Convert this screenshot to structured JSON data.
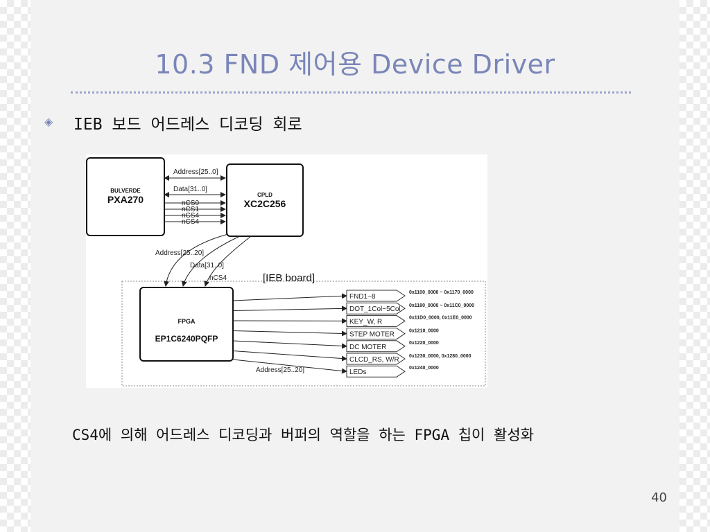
{
  "slide": {
    "title": "10.3 FND 제어용 Device Driver",
    "bullet": "IEB 보드 어드레스 디코딩 회로",
    "caption": "CS4에 의해 어드레스 디코딩과 버퍼의 역할을 하는 FPGA 칩이 활성화",
    "page_number": "40"
  },
  "diagram": {
    "pxa": {
      "line1": "BULVERDE",
      "line2": "PXA270"
    },
    "cpld": {
      "line1": "CPLD",
      "line2": "XC2C256"
    },
    "fpga": {
      "line1": "FPGA",
      "line2": "EP1C6240PQFP"
    },
    "bus_labels": {
      "address_top": "Address[25..0]",
      "data_top": "Data[31..0]",
      "ncs0": "nCS0",
      "ncs1": "nCS1",
      "ncs4a": "nCS4",
      "ncs4b": "nCS4",
      "address_mid": "Address[25..20]",
      "data_mid": "Data[31..0]",
      "ncs4_mid": "nCS4",
      "address_bottom": "Address[25..20]",
      "board": "[IEB board]"
    },
    "outputs": [
      {
        "label": "FND1~8",
        "addr": "0x1100_0000 ~ 0x1170_0000"
      },
      {
        "label": "DOT_1Col~5Col",
        "addr": "0x1180_0000 ~ 0x11C0_0000"
      },
      {
        "label": "KEY_W, R",
        "addr": "0x11D0_0000, 0x11E0_0000"
      },
      {
        "label": "STEP MOTER",
        "addr": "0x1210_0000"
      },
      {
        "label": "DC MOTER",
        "addr": "0x1220_0000"
      },
      {
        "label": "CLCD_RS, W/R",
        "addr": "0x1230_0000, 0x1280_0000"
      },
      {
        "label": "LEDs",
        "addr": "0x1240_0000"
      }
    ]
  }
}
